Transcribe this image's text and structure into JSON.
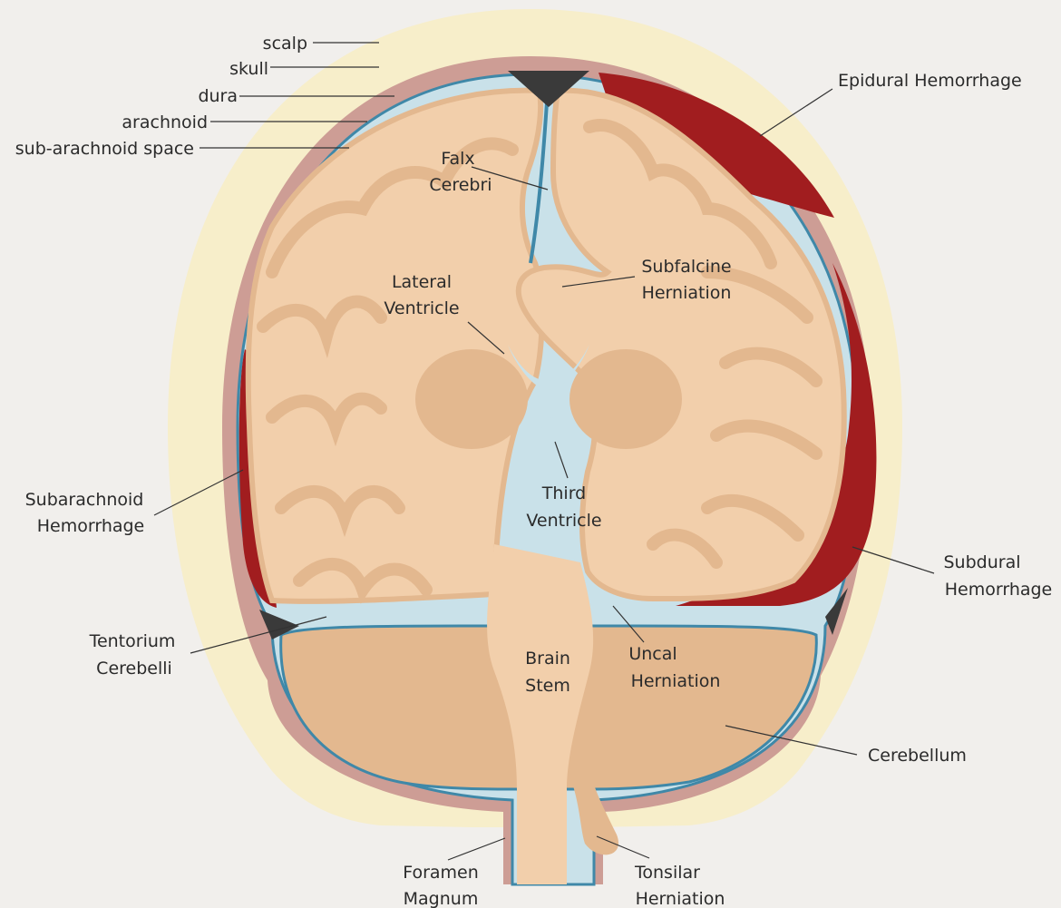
{
  "palette": {
    "background": "#f1efec",
    "scalp": "#f7eeca",
    "skull": "#d3a79e",
    "dura": "#cd9d95",
    "arachnoid": "#3f88a8",
    "csf": "#c9e1e9",
    "brain": "#f2cfab",
    "gyrus_band": "#e3b88f",
    "hemorrhage": "#a11d1f",
    "ventricle": "#c9e1e9",
    "tentorium": "#3a3a3a"
  },
  "labels": {
    "scalp": "scalp",
    "skull": "skull",
    "dura": "dura",
    "arachnoid": "arachnoid",
    "subarachnoid_space": "sub-arachnoid space",
    "epidural_hemorrhage": "Epidural Hemorrhage",
    "falx_cerebri": [
      "Falx",
      "Cerebri"
    ],
    "lateral_ventricle": [
      "Lateral",
      "Ventricle"
    ],
    "subfalcine_herniation": [
      "Subfalcine",
      "Herniation"
    ],
    "third_ventricle": [
      "Third",
      "Ventricle"
    ],
    "subarachnoid_hemorrhage": [
      "Subarachnoid",
      "Hemorrhage"
    ],
    "subdural_hemorrhage": [
      "Subdural",
      "Hemorrhage"
    ],
    "tentorium_cerebelli": [
      "Tentorium",
      "Cerebelli"
    ],
    "brain_stem": [
      "Brain",
      "Stem"
    ],
    "uncal_herniation": [
      "Uncal",
      "Herniation"
    ],
    "cerebellum": "Cerebellum",
    "foramen_magnum": [
      "Foramen",
      "Magnum"
    ],
    "tonsilar_herniation": [
      "Tonsilar",
      "Herniation"
    ]
  }
}
